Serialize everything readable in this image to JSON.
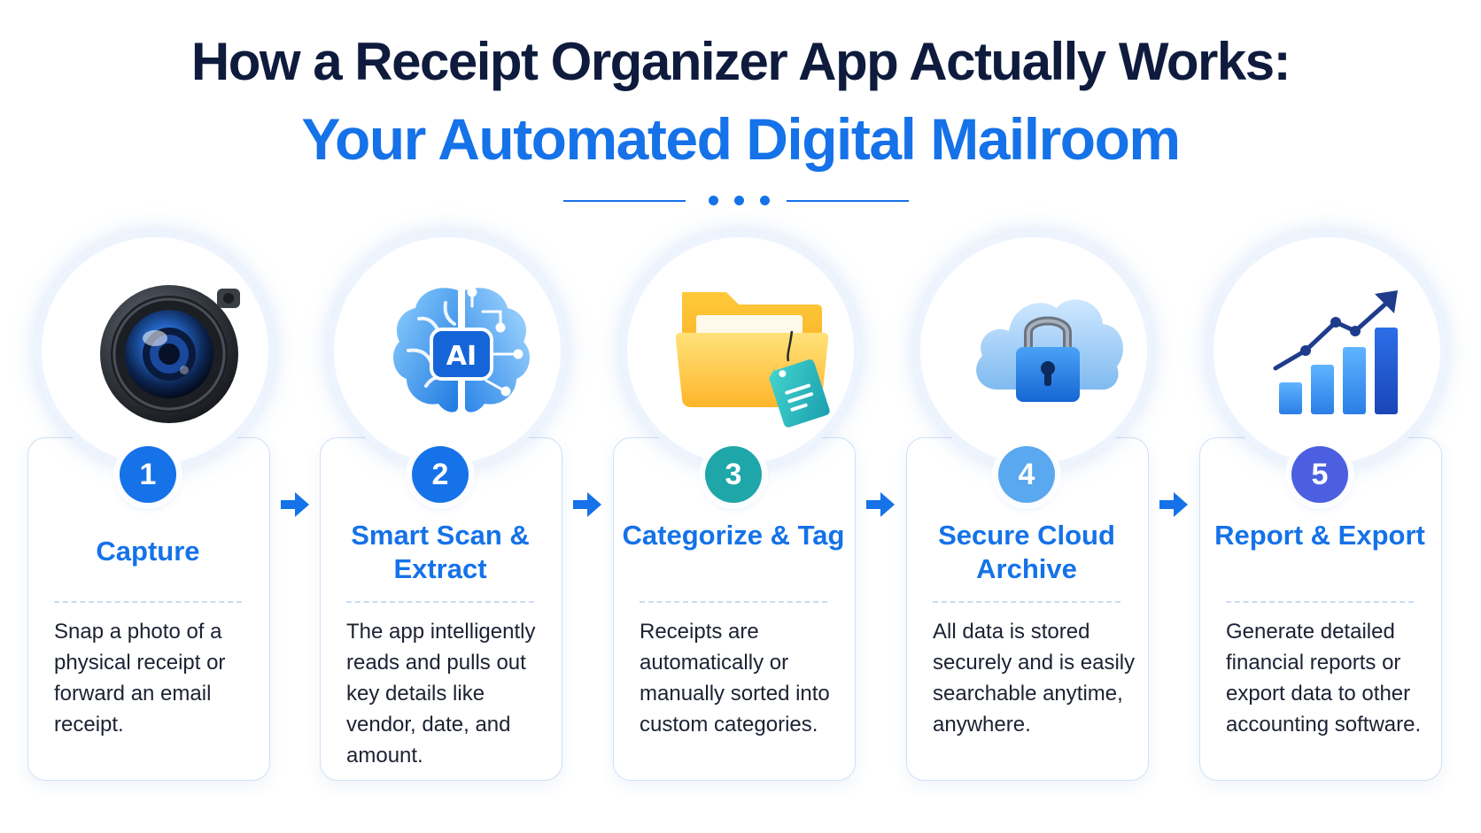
{
  "header": {
    "title": "How a Receipt Organizer App Actually Works:",
    "subtitle": "Your Automated Digital Mailroom"
  },
  "colors": {
    "primary_blue": "#1572e8",
    "dark_navy": "#0f1b3d",
    "teal": "#1fa6a8",
    "light_blue": "#5aa8ef",
    "indigo": "#4b5fe0"
  },
  "steps": [
    {
      "number": "1",
      "title": "Capture",
      "description": "Snap a photo of a physical receipt or forward an email receipt.",
      "icon": "camera-lens-icon"
    },
    {
      "number": "2",
      "title": "Smart Scan & Extract",
      "description": "The app intelligently reads and pulls out key details like vendor, date, and amount.",
      "icon": "ai-brain-icon",
      "icon_label": "AI"
    },
    {
      "number": "3",
      "title": "Categorize & Tag",
      "description": "Receipts are automatically or manually sorted into custom categories.",
      "icon": "folder-tag-icon"
    },
    {
      "number": "4",
      "title": "Secure Cloud Archive",
      "description": "All data is stored securely and is easily searchable anytime, anywhere.",
      "icon": "cloud-lock-icon"
    },
    {
      "number": "5",
      "title": "Report & Export",
      "description": "Generate detailed financial reports or export data to other accounting software.",
      "icon": "growth-chart-icon"
    }
  ]
}
